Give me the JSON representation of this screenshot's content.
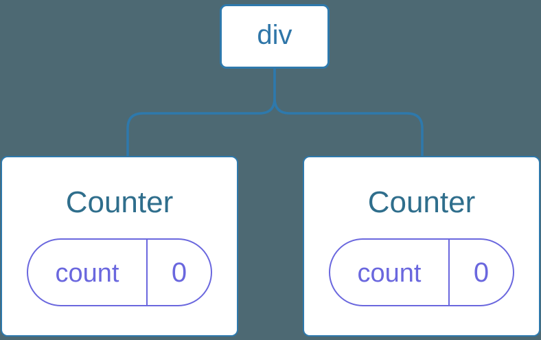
{
  "diagram": {
    "type": "component-tree",
    "tree": {
      "root": {
        "label": "div"
      },
      "children": [
        {
          "title": "Counter",
          "state": {
            "key": "count",
            "value": "0"
          }
        },
        {
          "title": "Counter",
          "state": {
            "key": "count",
            "value": "0"
          }
        }
      ]
    }
  },
  "colors": {
    "background": "#4D6973",
    "node_fill": "#FFFFFF",
    "node_border_blue": "#2E79AC",
    "root_label_color": "#2F76A8",
    "component_title_color": "#2F6E8C",
    "state_purple": "#6A67DE"
  }
}
